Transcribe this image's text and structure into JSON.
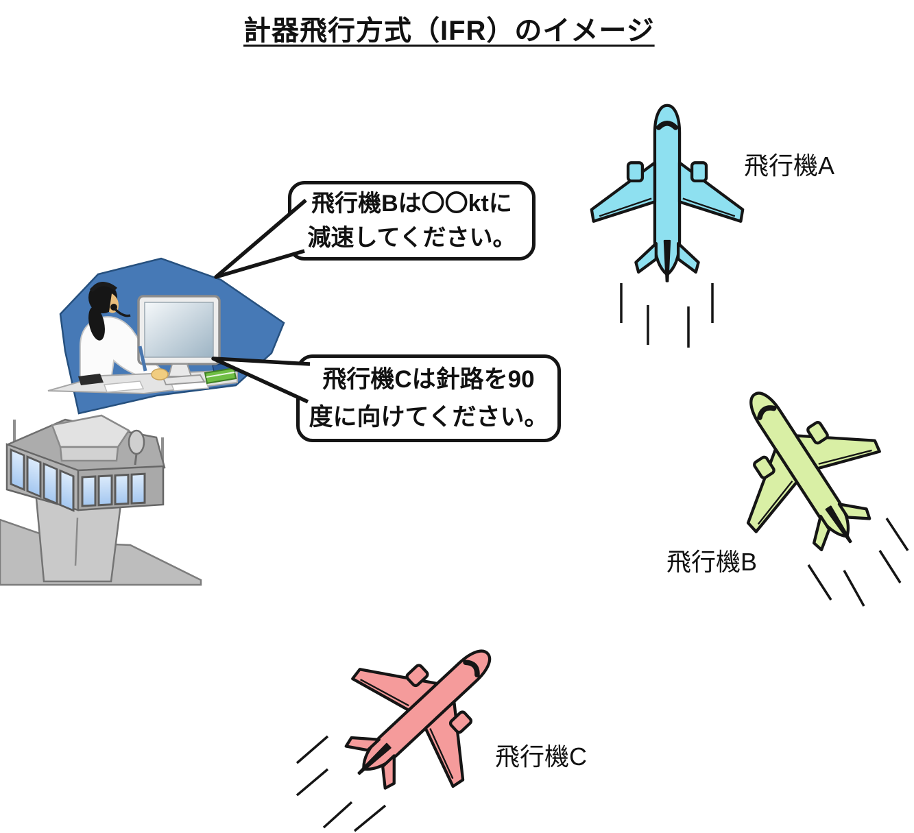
{
  "title": "計器飛行方式（IFR）のイメージ",
  "speech_bubbles": [
    {
      "speaker": "controller",
      "text": "飛行機Bは〇〇ktに\n減速してください。"
    },
    {
      "speaker": "controller",
      "text": "飛行機Cは針路を90\n度に向けてください。"
    }
  ],
  "aircraft": [
    {
      "label": "飛行機A",
      "color": "#8EE0F0"
    },
    {
      "label": "飛行機B",
      "color": "#D9EFA5"
    },
    {
      "label": "飛行機C",
      "color": "#F59B9B"
    }
  ],
  "colors": {
    "outline": "#151515",
    "controller_backdrop": "#4679B6",
    "tower_window": "#BCD7F5"
  }
}
